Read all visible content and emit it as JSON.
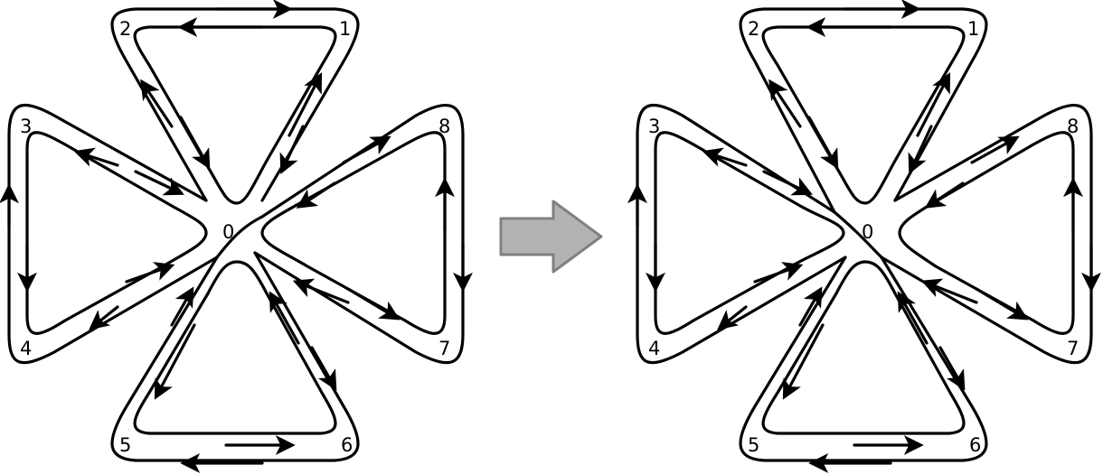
{
  "figure": {
    "panels": [
      {
        "id": "before",
        "center_label": "0",
        "labels": [
          "1",
          "2",
          "3",
          "4",
          "5",
          "6",
          "7",
          "8"
        ]
      },
      {
        "id": "after",
        "center_label": "0",
        "labels": [
          "1",
          "2",
          "3",
          "4",
          "5",
          "6",
          "7",
          "8"
        ]
      }
    ],
    "transition_arrow": {
      "fill": "#b3b3b3",
      "stroke": "#808080"
    },
    "line_color": "#000000"
  }
}
